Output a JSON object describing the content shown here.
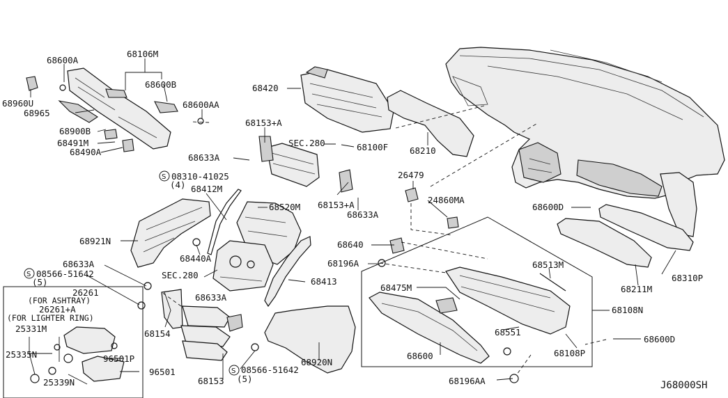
{
  "diagram": {
    "reference": "J68000SH",
    "symbol_letter": "S",
    "labels": {
      "p68600A": "68600A",
      "p68106M": "68106M",
      "p68960U": "68960U",
      "p68600B": "68600B",
      "p68965": "68965",
      "p68600AA": "68600AA",
      "p68900B": "68900B",
      "p68491M": "68491M",
      "p68490A": "68490A",
      "p68420": "68420",
      "p68153A_top": "68153+A",
      "sec280_top": "SEC.280",
      "p68100F": "68100F",
      "p68210": "68210",
      "p68633A_top": "68633A",
      "p08310": "08310-41025",
      "qty4": "(4)",
      "p68412M": "68412M",
      "p68520M": "68520M",
      "p68153A_mid": "68153+A",
      "p68633A_mid": "68633A",
      "p26479": "26479",
      "p24860MA": "24860MA",
      "p68600D_top": "68600D",
      "p68921N": "68921N",
      "p68440A": "68440A",
      "p68640": "68640",
      "p68196A": "68196A",
      "p68211M": "68211M",
      "p68310P": "68310P",
      "p68633A_low": "68633A",
      "p08566_top": "08566-51642",
      "qty5_top": "(5)",
      "sec280_mid": "SEC.280",
      "p68413": "68413",
      "p68513M": "68513M",
      "p26261": "26261",
      "for_ashtray": "(FOR ASHTRAY)",
      "p26261A": "26261+A",
      "for_lighter": "(FOR LIGHTER RING)",
      "p25331M": "25331M",
      "p68633A_box": "68633A",
      "p68475M": "68475M",
      "p68108N": "68108N",
      "p68154": "68154",
      "p68551": "68551",
      "p25335N": "25335N",
      "p96501P": "96501P",
      "p68600": "68600",
      "p68108P": "68108P",
      "p68600D_low": "68600D",
      "p25339N": "25339N",
      "p96501": "96501",
      "p68153": "68153",
      "p08566_low": "08566-51642",
      "qty5_low": "(5)",
      "p68920N": "68920N",
      "p68196AA": "68196AA"
    }
  }
}
